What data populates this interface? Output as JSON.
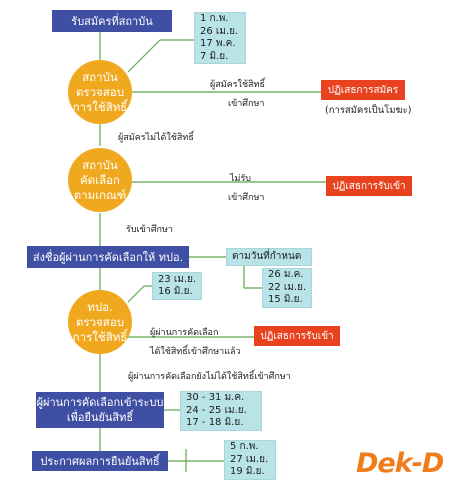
{
  "boxes": {
    "register": "รับสมัครที่สถาบัน",
    "send_names": "ส่งชื่อผู้ผ่านการคัดเลือกให้ ทปอ.",
    "confirm_system": [
      "ผู้ผ่านการคัดเลือกเข้าระบบ",
      "เพื่อยืนยันสิทธิ์"
    ],
    "announce": "ประกาศผลการยืนยันสิทธิ์"
  },
  "circles": {
    "check1": [
      "สถาบัน",
      "ตรวจสอบ",
      "การใช้สิทธิ์"
    ],
    "select": [
      "สถาบัน",
      "คัดเลือก",
      "ตามเกณฑ์"
    ],
    "check2": [
      "ทปอ.",
      "ตรวจสอบ",
      "การใช้สิทธิ์"
    ]
  },
  "date_boxes": {
    "register_dates": [
      "1 ก.พ.",
      "26 เม.ย.",
      "17 พ.ค.",
      "7 มิ.ย."
    ],
    "deadline_header": "ตามวันที่กำหนด",
    "deadline_dates": [
      "26 ม.ค.",
      "22 เม.ย.",
      "15 มิ.ย."
    ],
    "check2_dates": [
      "23 เม.ย.",
      "16 มิ.ย."
    ],
    "confirm_dates": [
      "30 - 31 ม.ค.",
      "24 - 25 เม.ย.",
      "17 - 18 มิ.ย."
    ],
    "announce_dates": [
      "5 ก.พ.",
      "27 เม.ย.",
      "19 มิ.ย."
    ]
  },
  "rejections": {
    "reject_apply": "ปฏิเสธการสมัคร",
    "reject_apply_note": "(การสมัครเป็นโมฆะ)",
    "reject_admit1": "ปฏิเสธการรับเข้า",
    "reject_admit2": "ปฏิเสธการรับเข้า"
  },
  "labels": {
    "used_right": "ผู้สมัครใช้สิทธิ์",
    "admitted": "เข้าศึกษา",
    "not_used": "ผู้สมัครไม่ได้ใช้สิทธิ์",
    "not_accepted": "ไม่รับ",
    "admitted2": "เข้าศึกษา",
    "accepted": "รับเข้าศึกษา",
    "passed": "ผู้ผ่านการคัดเลือก",
    "used_right_admitted": "ได้ใช้สิทธิ์เข้าศึกษาแล้ว",
    "passed_not_used": "ผู้ผ่านการคัดเลือกยังไม่ได้ใช้สิทธิ์เข้าศึกษา"
  },
  "logo_text": "Dek-D",
  "colors": {
    "blue": "#3f4fa3",
    "orange": "#f0a91e",
    "red": "#e8421f",
    "teal": "#b9e4e7",
    "line": "#5da848",
    "logo": "#f07d1a"
  }
}
